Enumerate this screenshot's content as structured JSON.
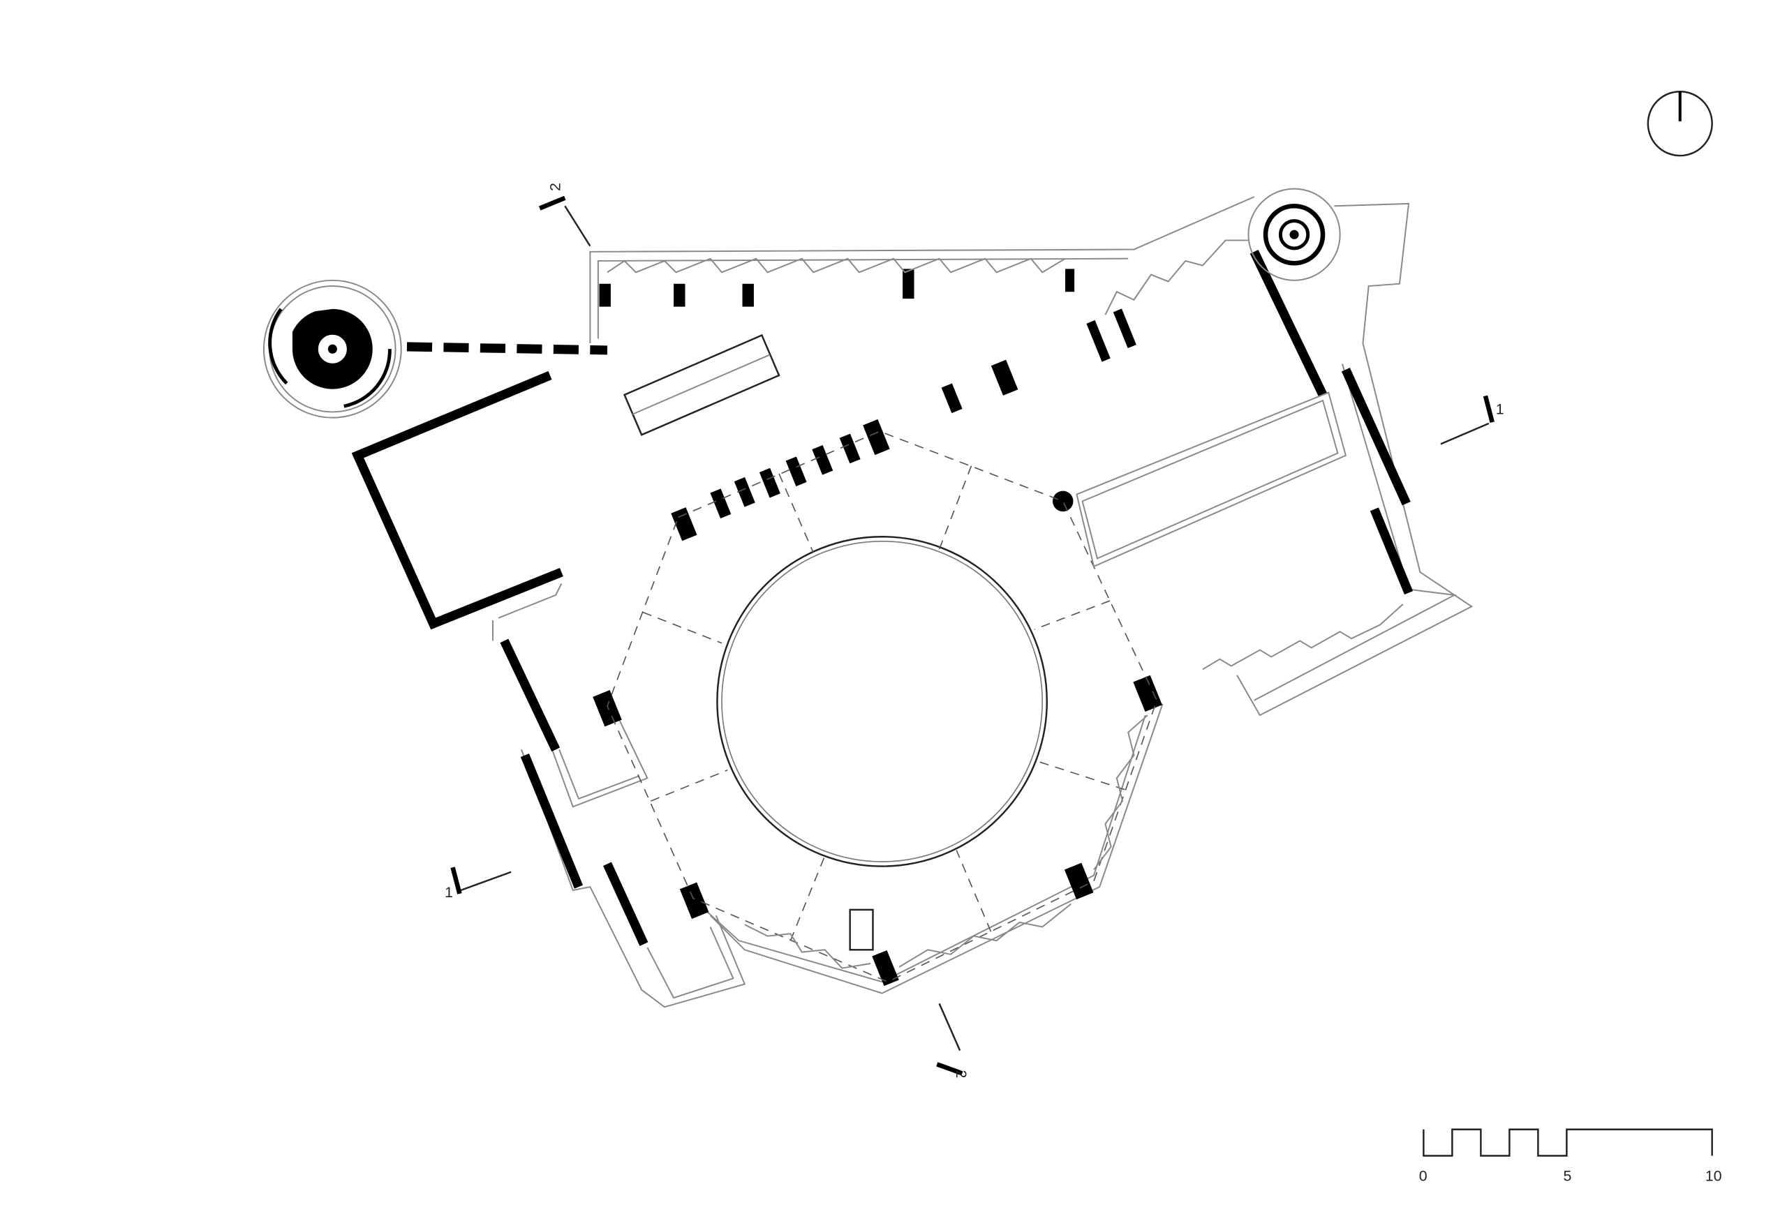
{
  "drawing": {
    "line_color": "#000000",
    "background": "#ffffff"
  },
  "section_markers": [
    {
      "id": "section-2-top",
      "label": "2"
    },
    {
      "id": "section-1-right",
      "label": "1"
    },
    {
      "id": "section-1-left",
      "label": "1"
    },
    {
      "id": "section-2-bottom",
      "label": "2"
    }
  ],
  "scale_bar": {
    "labels": [
      "0",
      "5",
      "10"
    ]
  },
  "north_arrow": {
    "icon": "north-arrow-icon"
  }
}
